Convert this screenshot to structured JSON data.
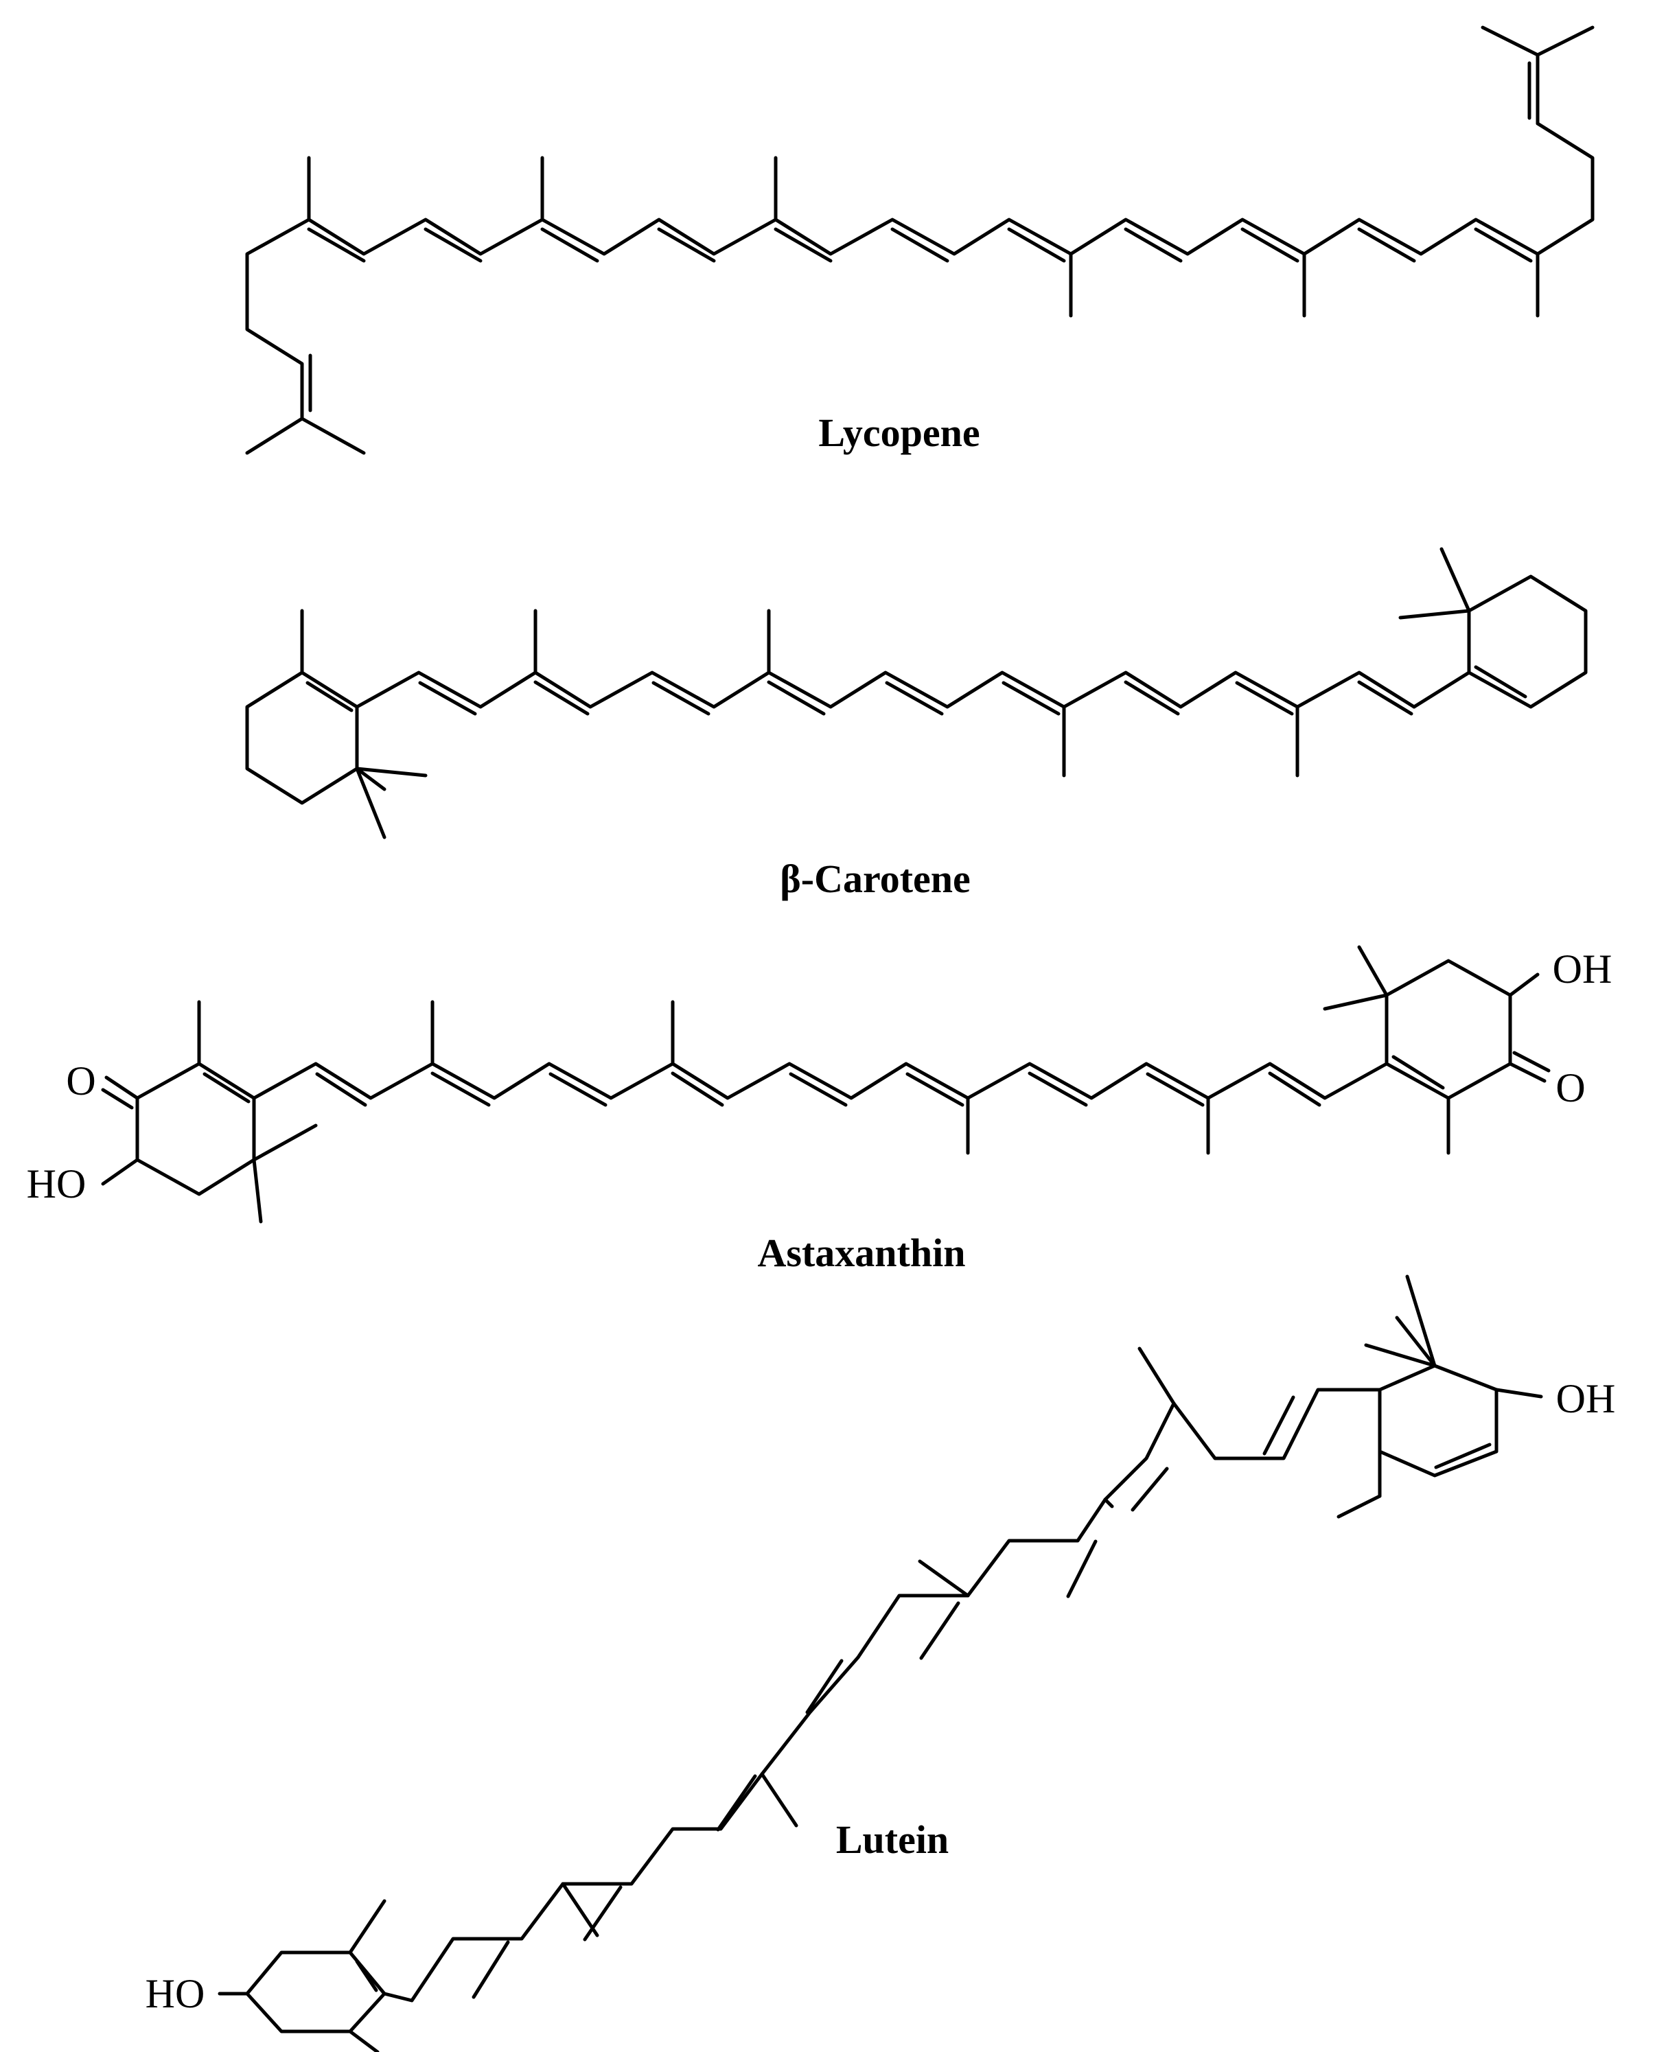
{
  "figure": {
    "molecules": [
      {
        "id": "lycopene",
        "name": "Lycopene",
        "atom_labels": []
      },
      {
        "id": "beta-carotene",
        "name": "β-Carotene",
        "atom_labels": []
      },
      {
        "id": "astaxanthin",
        "name": "Astaxanthin",
        "atom_labels": [
          "O",
          "HO",
          "OH",
          "O"
        ]
      },
      {
        "id": "lutein",
        "name": "Lutein",
        "atom_labels": [
          "OH",
          "HO"
        ]
      }
    ]
  }
}
